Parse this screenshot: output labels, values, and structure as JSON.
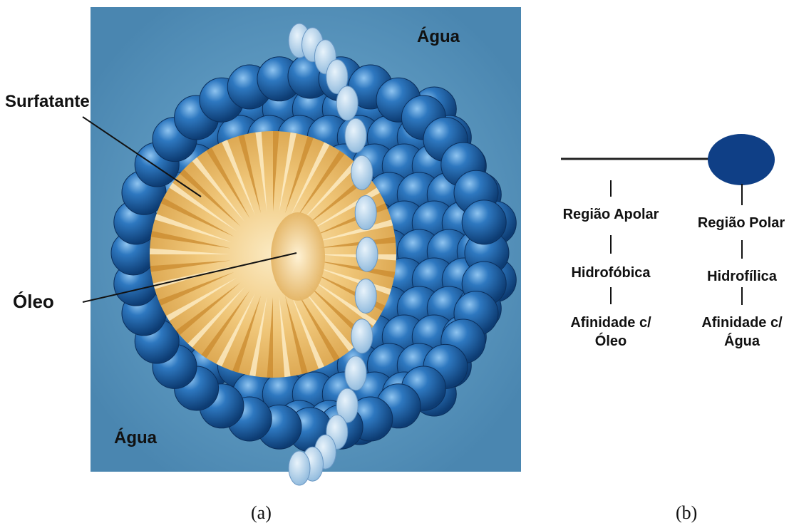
{
  "panel_a": {
    "label_water_top": "Água",
    "label_water_bottom": "Água",
    "label_surfactant": "Surfatante",
    "label_oil": "Óleo",
    "caption": "(a)"
  },
  "panel_b": {
    "apolar_region": "Região Apolar",
    "polar_region": "Região Polar",
    "hydrophobic": "Hidrofóbica",
    "hydrophilic": "Hidrofílica",
    "oil_affinity_line1": "Afinidade c/",
    "oil_affinity_line2": "Óleo",
    "water_affinity_line1": "Afinidade c/",
    "water_affinity_line2": "Água",
    "caption": "(b)"
  },
  "colors": {
    "water_background": "#4f8fb6",
    "sphere_blue": "#1f5f9e",
    "oil_core": "#e8b760",
    "polar_head": "#0f3f86"
  }
}
